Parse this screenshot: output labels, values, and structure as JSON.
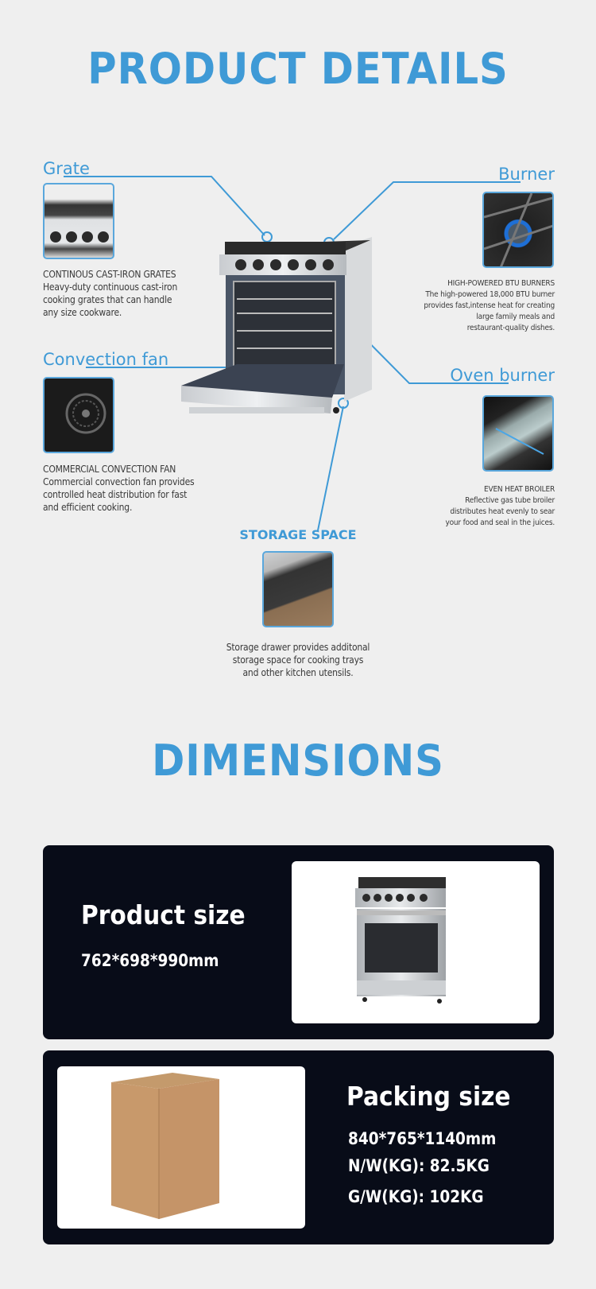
{
  "product_details": {
    "title": "PRODUCT DETAILS",
    "features": {
      "grate": {
        "label": "Grate",
        "heading": "CONTINOUS CAST-IRON GRATES",
        "lines": [
          "Heavy-duty continuous cast-iron",
          "cooking grates that can handle",
          "any size cookware."
        ]
      },
      "burner": {
        "label": "Burner",
        "heading": "HIGH-POWERED BTU BURNERS",
        "lines": [
          "The high-powered 18,000 BTU burner",
          "provides fast,intense heat for creating",
          "large family meals and",
          "restaurant-quality dishes."
        ]
      },
      "convection_fan": {
        "label": "Convection fan",
        "heading": "COMMERCIAL CONVECTION FAN",
        "lines": [
          "Commercial convection fan provides",
          "controlled heat distribution for fast",
          "and efficient cooking."
        ]
      },
      "oven_burner": {
        "label": "Oven burner",
        "heading": "EVEN HEAT BROILER",
        "lines": [
          "Reflective gas tube broiler",
          "distributes heat evenly to sear",
          "your food and seal in the juices."
        ]
      },
      "storage": {
        "label": "STORAGE SPACE",
        "lines": [
          "Storage drawer provides additonal",
          "storage space for cooking trays",
          "and other kitchen utensils."
        ]
      }
    },
    "accent_color": "#3f9ad6"
  },
  "dimensions": {
    "title": "DIMENSIONS",
    "product_size": {
      "label": "Product size",
      "value": "762*698*990mm"
    },
    "packing_size": {
      "label": "Packing size",
      "value": "840*765*1140mm",
      "net_weight": "N/W(KG): 82.5KG",
      "gross_weight": "G/W(KG): 102KG"
    },
    "card_color": "#080c18"
  }
}
